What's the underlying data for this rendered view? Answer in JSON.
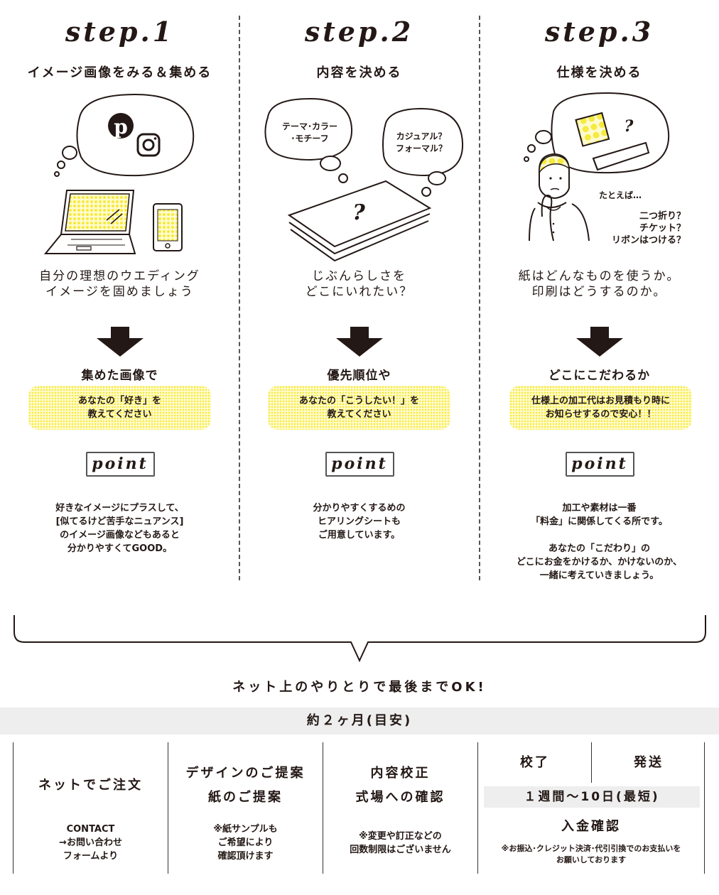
{
  "steps": [
    {
      "script": "step.1",
      "title": "イメージ画像をみる＆集める",
      "desc": "自分の理想のウエディング\nイメージを固めましょう",
      "sub": "集めた画像で",
      "box": "あなたの「好き」を\n教えてください",
      "point": "point",
      "point_text": "好きなイメージにプラスして、\n[似てるけど苦手なニュアンス]\nのイメージ画像などもあると\n分かりやすくてGOOD。"
    },
    {
      "script": "step.2",
      "title": "内容を決める",
      "desc": "じぶんらしさを\nどこにいれたい？",
      "sub": "優先順位や",
      "box": "あなたの「こうしたい！」を\n教えてください",
      "point": "point",
      "point_text": "分かりやすくするめの\nヒアリングシートも\nご用意しています。",
      "bubble1": "テーマ･カラー\n･モチーフ",
      "bubble2": "カジュアル？\nフォーマル？",
      "q": "?"
    },
    {
      "script": "step.3",
      "title": "仕様を決める",
      "desc": "紙はどんなものを使うか。\n印刷はどうするのか。",
      "sub": "どこにこだわるか",
      "box": "仕様上の加工代はお見積もり時に\nお知らせするので安心！！",
      "point": "point",
      "point_text": "加工や素材は一番\n「料金」に関係してくる所です。\n\nあなたの「こだわり」の\nどこにお金をかけるか、かけないのか、\n一緒に考えていきましょう。",
      "example": "たとえば…",
      "example_list": "二つ折り？\nチケット？\nリボンはつける？",
      "q": "?"
    }
  ],
  "summary": "ネット上のやりとりで最後までOK!",
  "duration": "約２ヶ月(目安)",
  "flow": [
    {
      "title": "ネットでご注文",
      "note": "CONTACT\n→お問い合わせ\nフォームより"
    },
    {
      "title": "デザインのご提案\n紙のご提案",
      "note": "※紙サンプルも\nご希望により\n確認頂けます"
    },
    {
      "title": "内容校正\n式場への確認",
      "note": "※変更や訂正などの\n回数制限はございません"
    },
    {
      "title_a": "校了",
      "title_b": "発送",
      "period": "１週間〜10日(最短)",
      "payment": "入金確認",
      "note": "※お振込･クレジット決済･代引引換でのお支払いを\nお願いしております"
    }
  ],
  "colors": {
    "ink": "#231815",
    "yellow": "#f6ea3e",
    "gray_bar": "#eeeeee"
  }
}
